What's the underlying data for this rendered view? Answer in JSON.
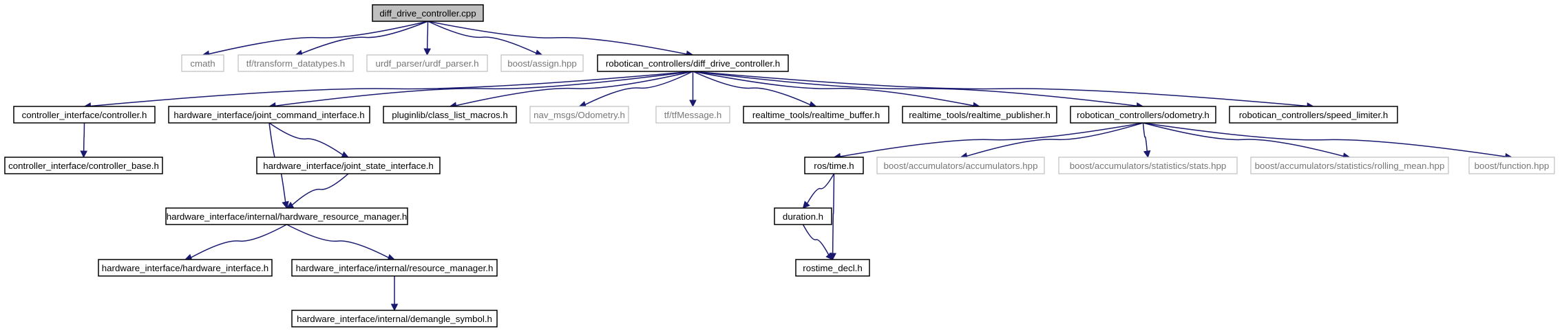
{
  "graph": {
    "nodes": [
      {
        "id": "n0",
        "label": "diff_drive_controller.cpp",
        "kind": "root"
      },
      {
        "id": "n1",
        "label": "cmath",
        "kind": "external"
      },
      {
        "id": "n2",
        "label": "tf/transform_datatypes.h",
        "kind": "external"
      },
      {
        "id": "n3",
        "label": "urdf_parser/urdf_parser.h",
        "kind": "external"
      },
      {
        "id": "n4",
        "label": "boost/assign.hpp",
        "kind": "external"
      },
      {
        "id": "n5",
        "label": "robotican_controllers/diff_drive_controller.h",
        "kind": "local"
      },
      {
        "id": "n6",
        "label": "controller_interface/controller.h",
        "kind": "local"
      },
      {
        "id": "n7",
        "label": "hardware_interface/joint_command_interface.h",
        "kind": "local"
      },
      {
        "id": "n8",
        "label": "pluginlib/class_list_macros.h",
        "kind": "local"
      },
      {
        "id": "n9",
        "label": "nav_msgs/Odometry.h",
        "kind": "external"
      },
      {
        "id": "n10",
        "label": "tf/tfMessage.h",
        "kind": "external"
      },
      {
        "id": "n11",
        "label": "realtime_tools/realtime_buffer.h",
        "kind": "local"
      },
      {
        "id": "n12",
        "label": "realtime_tools/realtime_publisher.h",
        "kind": "local"
      },
      {
        "id": "n13",
        "label": "robotican_controllers/odometry.h",
        "kind": "local"
      },
      {
        "id": "n14",
        "label": "robotican_controllers/speed_limiter.h",
        "kind": "local"
      },
      {
        "id": "n15",
        "label": "controller_interface/controller_base.h",
        "kind": "local"
      },
      {
        "id": "n16",
        "label": "hardware_interface/joint_state_interface.h",
        "kind": "local"
      },
      {
        "id": "n17",
        "label": "hardware_interface/internal/hardware_resource_manager.h",
        "kind": "local"
      },
      {
        "id": "n18",
        "label": "hardware_interface/hardware_interface.h",
        "kind": "local"
      },
      {
        "id": "n19",
        "label": "hardware_interface/internal/resource_manager.h",
        "kind": "local"
      },
      {
        "id": "n20",
        "label": "hardware_interface/internal/demangle_symbol.h",
        "kind": "local"
      },
      {
        "id": "n21",
        "label": "ros/time.h",
        "kind": "local"
      },
      {
        "id": "n22",
        "label": "boost/accumulators/accumulators.hpp",
        "kind": "external"
      },
      {
        "id": "n23",
        "label": "boost/accumulators/statistics/stats.hpp",
        "kind": "external"
      },
      {
        "id": "n24",
        "label": "boost/accumulators/statistics/rolling_mean.hpp",
        "kind": "external"
      },
      {
        "id": "n25",
        "label": "boost/function.hpp",
        "kind": "external"
      },
      {
        "id": "n26",
        "label": "duration.h",
        "kind": "local"
      },
      {
        "id": "n27",
        "label": "rostime_decl.h",
        "kind": "local"
      }
    ],
    "edges": [
      [
        "n0",
        "n1"
      ],
      [
        "n0",
        "n2"
      ],
      [
        "n0",
        "n3"
      ],
      [
        "n0",
        "n4"
      ],
      [
        "n0",
        "n5"
      ],
      [
        "n5",
        "n6"
      ],
      [
        "n5",
        "n7"
      ],
      [
        "n5",
        "n8"
      ],
      [
        "n5",
        "n9"
      ],
      [
        "n5",
        "n10"
      ],
      [
        "n5",
        "n11"
      ],
      [
        "n5",
        "n12"
      ],
      [
        "n5",
        "n13"
      ],
      [
        "n5",
        "n14"
      ],
      [
        "n6",
        "n15"
      ],
      [
        "n7",
        "n16"
      ],
      [
        "n7",
        "n17"
      ],
      [
        "n16",
        "n17"
      ],
      [
        "n17",
        "n18"
      ],
      [
        "n17",
        "n19"
      ],
      [
        "n19",
        "n20"
      ],
      [
        "n13",
        "n21"
      ],
      [
        "n13",
        "n22"
      ],
      [
        "n13",
        "n23"
      ],
      [
        "n13",
        "n24"
      ],
      [
        "n13",
        "n25"
      ],
      [
        "n21",
        "n26"
      ],
      [
        "n21",
        "n27"
      ],
      [
        "n26",
        "n27"
      ]
    ]
  }
}
